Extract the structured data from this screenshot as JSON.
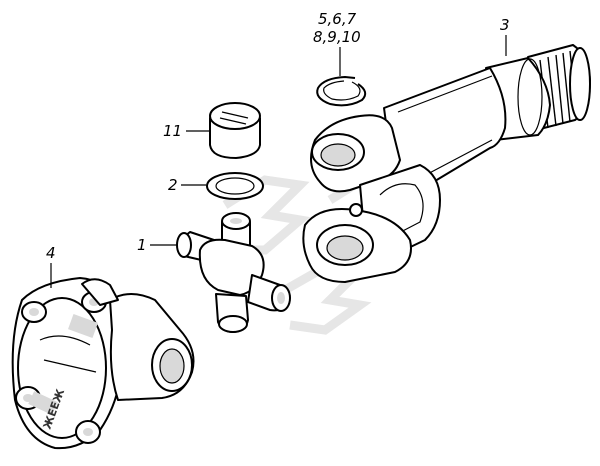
{
  "callouts": {
    "c1": "1",
    "c2": "2",
    "c3": "3",
    "c4": "4",
    "c5": "5,6,7",
    "c5b": "8,9,10",
    "c11": "11"
  },
  "flange_marking": "ЖЕЕЖ",
  "colors": {
    "line": "#000000",
    "background": "#ffffff",
    "shade": "#d9d9d9",
    "watermark": "#e6e6e6"
  }
}
